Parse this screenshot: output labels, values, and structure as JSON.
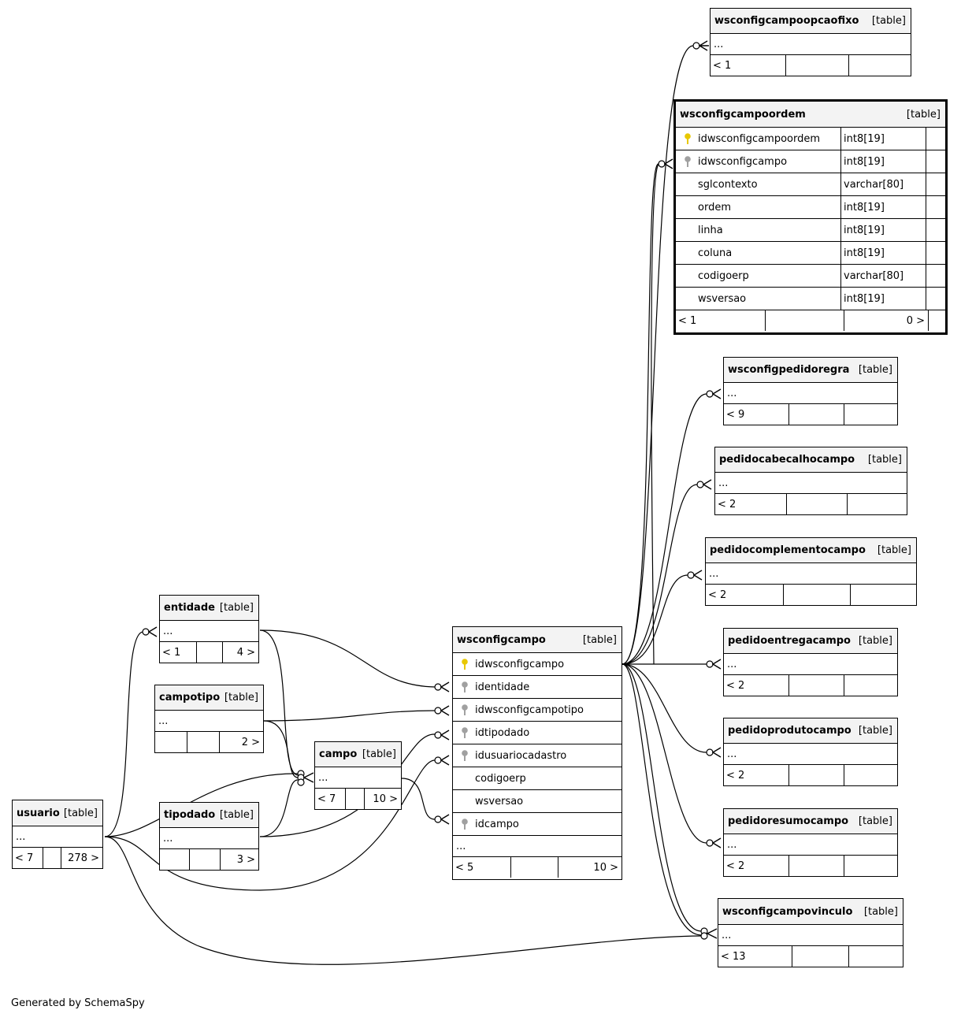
{
  "footer": {
    "generated": "Generated by SchemaSpy"
  },
  "icons": {
    "primary_key": "key-icon-gold",
    "foreign_key": "key-icon-gray"
  },
  "colors": {
    "primary_key": "#e8c800",
    "foreign_key": "#a0a0a0",
    "header_bg": "#f3f3f3"
  },
  "tables": {
    "wsconfigcampoopcaofixo": {
      "name": "wsconfigcampoopcaofixo",
      "kind": "[table]",
      "ellipsis": "...",
      "parents": "< 1",
      "children": ""
    },
    "wsconfigcampoordem": {
      "name": "wsconfigcampoordem",
      "kind": "[table]",
      "columns": [
        {
          "name": "idwsconfigcampoordem",
          "type": "int8[19]",
          "key": "primary"
        },
        {
          "name": "idwsconfigcampo",
          "type": "int8[19]",
          "key": "foreign"
        },
        {
          "name": "sglcontexto",
          "type": "varchar[80]",
          "key": ""
        },
        {
          "name": "ordem",
          "type": "int8[19]",
          "key": ""
        },
        {
          "name": "linha",
          "type": "int8[19]",
          "key": ""
        },
        {
          "name": "coluna",
          "type": "int8[19]",
          "key": ""
        },
        {
          "name": "codigoerp",
          "type": "varchar[80]",
          "key": ""
        },
        {
          "name": "wsversao",
          "type": "int8[19]",
          "key": ""
        }
      ],
      "parents": "< 1",
      "children": "0 >"
    },
    "wsconfigpedidoregra": {
      "name": "wsconfigpedidoregra",
      "kind": "[table]",
      "ellipsis": "...",
      "parents": "< 9",
      "children": ""
    },
    "pedidocabecalhocampo": {
      "name": "pedidocabecalhocampo",
      "kind": "[table]",
      "ellipsis": "...",
      "parents": "< 2",
      "children": ""
    },
    "pedidocomplementocampo": {
      "name": "pedidocomplementocampo",
      "kind": "[table]",
      "ellipsis": "...",
      "parents": "< 2",
      "children": ""
    },
    "pedidoentregacampo": {
      "name": "pedidoentregacampo",
      "kind": "[table]",
      "ellipsis": "...",
      "parents": "< 2",
      "children": ""
    },
    "pedidoprodutocampo": {
      "name": "pedidoprodutocampo",
      "kind": "[table]",
      "ellipsis": "...",
      "parents": "< 2",
      "children": ""
    },
    "pedidoresumocampo": {
      "name": "pedidoresumocampo",
      "kind": "[table]",
      "ellipsis": "...",
      "parents": "< 2",
      "children": ""
    },
    "wsconfigcampovinculo": {
      "name": "wsconfigcampovinculo",
      "kind": "[table]",
      "ellipsis": "...",
      "parents": "< 13",
      "children": ""
    },
    "wsconfigcampo": {
      "name": "wsconfigcampo",
      "kind": "[table]",
      "columns": [
        {
          "name": "idwsconfigcampo",
          "key": "primary"
        },
        {
          "name": "identidade",
          "key": "foreign"
        },
        {
          "name": "idwsconfigcampotipo",
          "key": "foreign"
        },
        {
          "name": "idtipodado",
          "key": "foreign"
        },
        {
          "name": "idusuariocadastro",
          "key": "foreign"
        },
        {
          "name": "codigoerp",
          "key": ""
        },
        {
          "name": "wsversao",
          "key": ""
        },
        {
          "name": "idcampo",
          "key": "foreign"
        }
      ],
      "ellipsis": "...",
      "parents": "< 5",
      "children": "10 >"
    },
    "entidade": {
      "name": "entidade",
      "kind": "[table]",
      "ellipsis": "...",
      "parents": "< 1",
      "children": "4 >"
    },
    "campotipo": {
      "name": "campotipo",
      "kind": "[table]",
      "ellipsis": "...",
      "parents": "",
      "children": "2 >"
    },
    "campo": {
      "name": "campo",
      "kind": "[table]",
      "ellipsis": "...",
      "parents": "< 7",
      "children": "10 >"
    },
    "tipodado": {
      "name": "tipodado",
      "kind": "[table]",
      "ellipsis": "...",
      "parents": "",
      "children": "3 >"
    },
    "usuario": {
      "name": "usuario",
      "kind": "[table]",
      "ellipsis": "...",
      "parents": "< 7",
      "children": "278 >"
    }
  }
}
